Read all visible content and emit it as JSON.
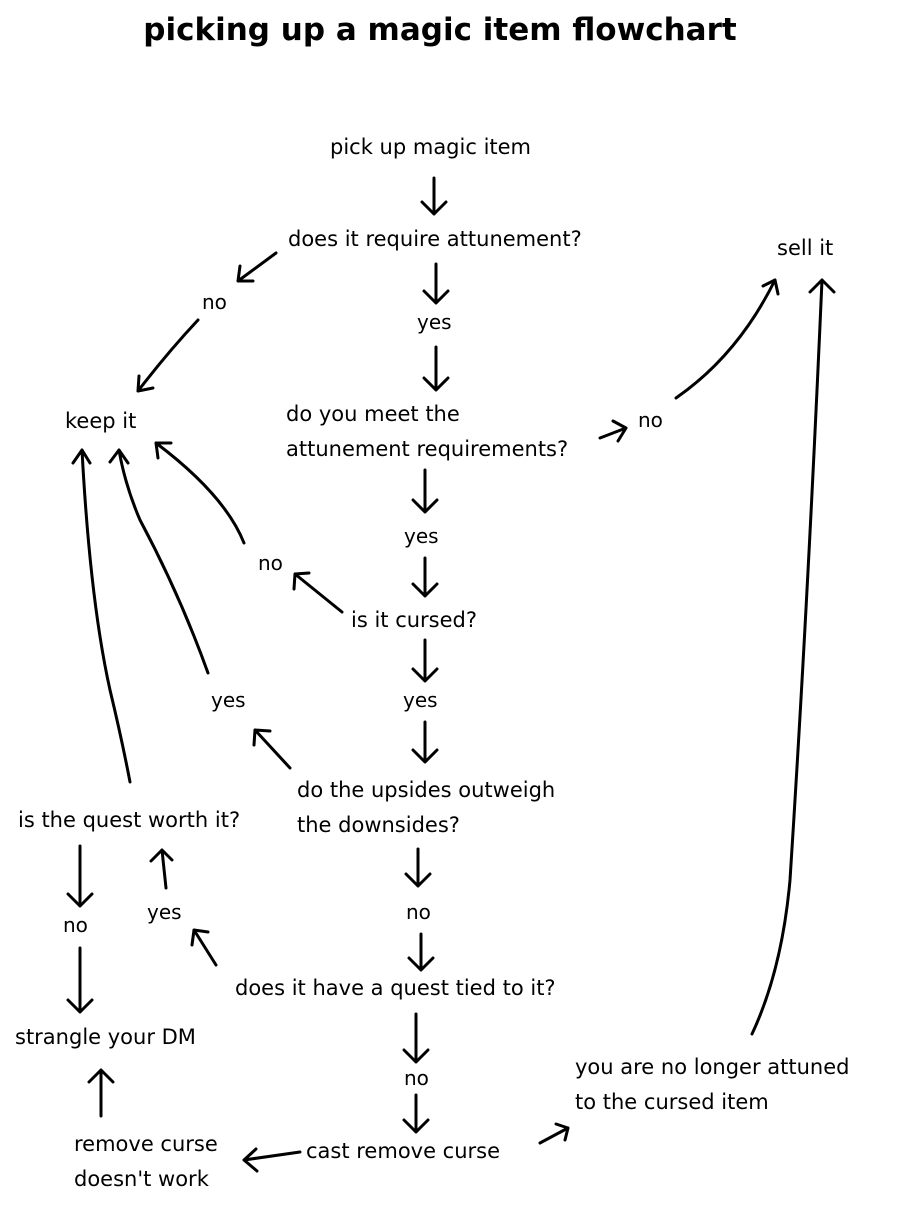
{
  "title": "picking up a magic item flowchart",
  "nodes": {
    "pick_up": "pick up magic item",
    "require_attunement": "does it require attunement?",
    "keep_it": "keep it",
    "meet_requirements_line1": "do you meet the",
    "meet_requirements_line2": "attunement requirements?",
    "sell_it": "sell it",
    "is_cursed": "is it cursed?",
    "upsides_line1": "do the upsides outweigh",
    "upsides_line2": "the downsides?",
    "quest_worth": "is the quest worth it?",
    "quest_tied": "does it have a quest tied to it?",
    "strangle_dm": "strangle your DM",
    "cast_remove_curse": "cast remove curse",
    "remove_curse_fails_line1": "remove curse",
    "remove_curse_fails_line2": "doesn't work",
    "no_longer_attuned_line1": "you are no longer attuned",
    "no_longer_attuned_line2": "to the cursed item"
  },
  "labels": {
    "attunement_no": "no",
    "attunement_yes": "yes",
    "requirements_no": "no",
    "requirements_yes": "yes",
    "cursed_no": "no",
    "cursed_yes": "yes",
    "upsides_yes": "yes",
    "upsides_no": "no",
    "quest_worth_no": "no",
    "quest_tied_yes": "yes",
    "quest_tied_no": "no"
  },
  "colors": {
    "ink": "#000000",
    "paper": "#ffffff"
  }
}
